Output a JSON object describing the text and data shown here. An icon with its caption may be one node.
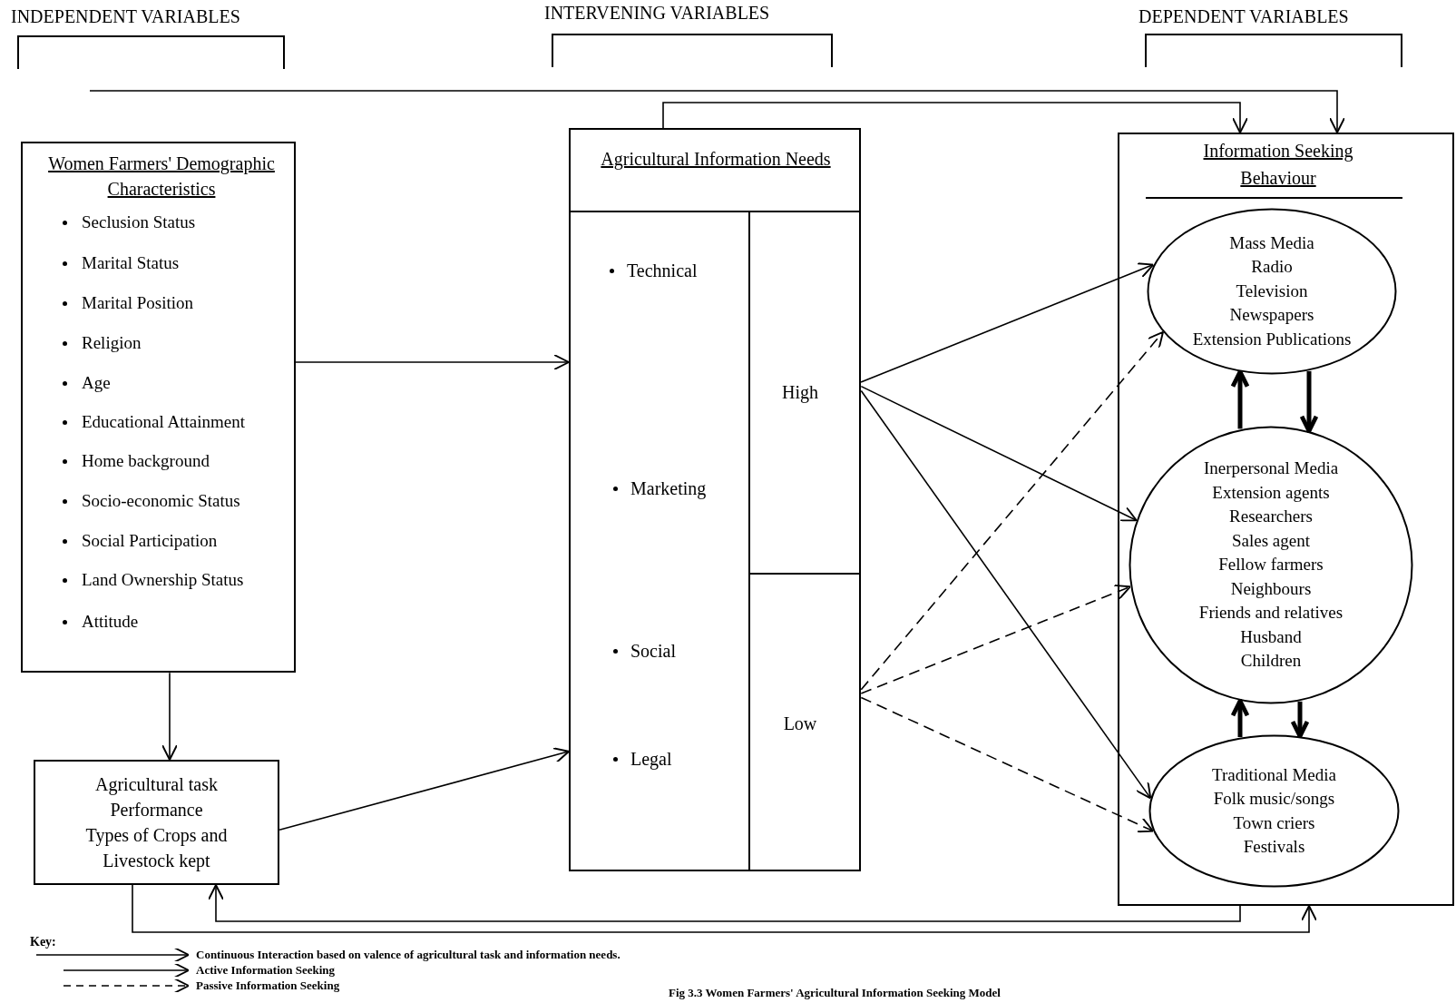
{
  "diagram": {
    "caption": "Fig 3.3 Women Farmers' Agricultural Information Seeking Model",
    "nodes": [
      {
        "text": [
          "Women Farmers' Demographic Characteristics",
          "Seclusion Status",
          "Marital Status",
          "Marital Position",
          "Religion",
          "Age",
          "Educational Attainment",
          "Home background",
          "Socio-economic Status",
          "Social Participation",
          "Land Ownership Status",
          "Attitude"
        ]
      },
      {
        "text": [
          "Agricultural task Performance",
          "Types of Crops and Livestock kept"
        ]
      },
      {
        "text": [
          "Agricultural Information Needs",
          "Technical",
          "Marketing",
          "Social",
          "Legal"
        ]
      },
      {
        "text": [
          "High"
        ],
        "in": 2
      },
      {
        "text": [
          "Low"
        ],
        "in": 2
      },
      {
        "text": [
          "Information Seeking Behaviour"
        ]
      },
      {
        "text": [
          "Mass Media",
          "Radio",
          "Television",
          "Newspapers",
          "Extension Publications"
        ],
        "in": 5
      },
      {
        "text": [
          "Inerpersonal Media",
          "Extension agents",
          "Researchers",
          "Sales agent",
          "Fellow farmers",
          "Neighbours",
          "Friends and relatives",
          "Husband",
          "Children"
        ],
        "in": 5
      },
      {
        "text": [
          "Traditional Media",
          "Folk music/songs",
          "Town criers",
          "Festivals"
        ],
        "in": 5
      }
    ],
    "edges": [
      {
        "from": null,
        "to": 5,
        "arrow": "to"
      },
      {
        "from": 2,
        "to": 5,
        "arrow": "to"
      },
      {
        "from": 0,
        "to": 2,
        "arrow": "to"
      },
      {
        "from": 0,
        "to": 1,
        "arrow": "to"
      },
      {
        "from": 1,
        "to": 2,
        "arrow": "to"
      },
      {
        "from": 1,
        "to": 5,
        "arrow": "to"
      },
      {
        "from": 5,
        "to": 1,
        "arrow": "to"
      },
      {
        "from": 3,
        "to": 6,
        "arrow": "to"
      },
      {
        "from": 3,
        "to": 7,
        "arrow": "to"
      },
      {
        "from": 3,
        "to": 8,
        "arrow": "to"
      },
      {
        "from": 4,
        "to": 6,
        "arrow": "to",
        "style": "dashed"
      },
      {
        "from": 4,
        "to": 7,
        "arrow": "to",
        "style": "dashed"
      },
      {
        "from": 4,
        "to": 8,
        "arrow": "to",
        "style": "dashed"
      },
      {
        "from": 7,
        "to": 6,
        "arrow": "to",
        "style": "thick"
      },
      {
        "from": 6,
        "to": 7,
        "arrow": "to",
        "style": "thick"
      },
      {
        "from": 8,
        "to": 7,
        "arrow": "to",
        "style": "thick"
      },
      {
        "from": 7,
        "to": 8,
        "arrow": "to",
        "style": "thick"
      }
    ],
    "labels": [
      "INDEPENDENT VARIABLES",
      "INTERVENING VARIABLES",
      "DEPENDENT VARIABLES",
      "Key:"
    ],
    "legend": [
      {
        "text": "Continuous Interaction based on valence of agricultural task and information needs."
      },
      {
        "text": "Active Information Seeking"
      },
      {
        "text": "Passive Information Seeking"
      }
    ]
  }
}
